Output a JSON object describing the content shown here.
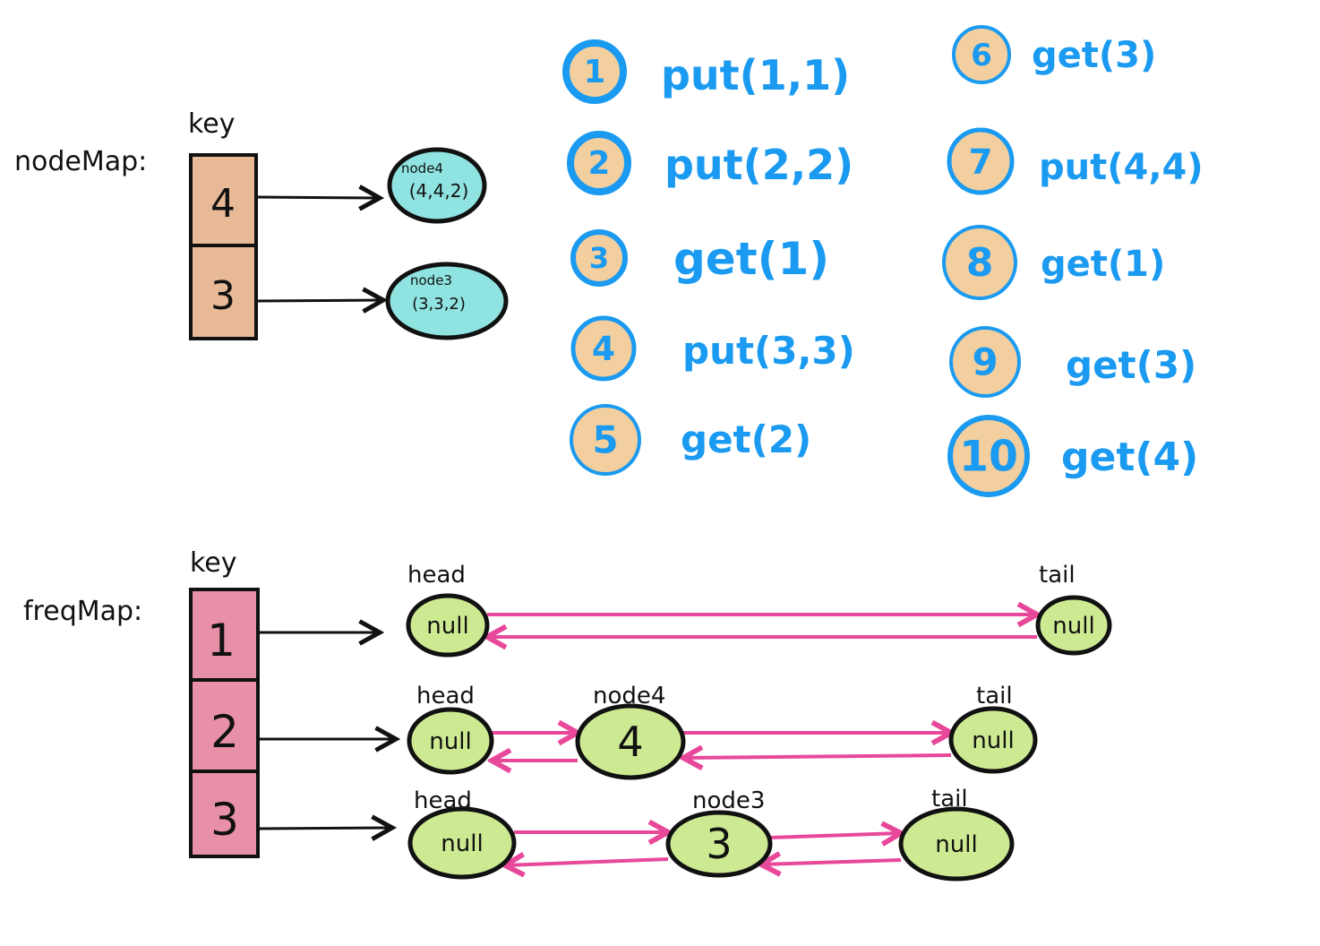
{
  "colors": {
    "op_blue": "#1a9af0",
    "op_circle_fill": "#f3cf9f",
    "nodemap_cell": "#e8b996",
    "freqmap_cell": "#e890a8",
    "node_cyan": "#8fe3e0",
    "node_green": "#cdea93",
    "link_pink": "#e8489a"
  },
  "nodeMap": {
    "label": "nodeMap:",
    "key_header": "key",
    "entries": [
      {
        "key": "4",
        "node_name": "node4",
        "node_value": "(4,4,2)"
      },
      {
        "key": "3",
        "node_name": "node3",
        "node_value": "(3,3,2)"
      }
    ]
  },
  "operations": [
    {
      "num": "1",
      "text": "put(1,1)"
    },
    {
      "num": "2",
      "text": "put(2,2)"
    },
    {
      "num": "3",
      "text": "get(1)"
    },
    {
      "num": "4",
      "text": "put(3,3)"
    },
    {
      "num": "5",
      "text": "get(2)"
    },
    {
      "num": "6",
      "text": "get(3)"
    },
    {
      "num": "7",
      "text": "put(4,4)"
    },
    {
      "num": "8",
      "text": "get(1)"
    },
    {
      "num": "9",
      "text": "get(3)"
    },
    {
      "num": "10",
      "text": "get(4)"
    }
  ],
  "freqMap": {
    "label": "freqMap:",
    "key_header": "key",
    "rows": [
      {
        "key": "1",
        "nodes": [
          {
            "label": "head",
            "value": "null"
          },
          {
            "label": "tail",
            "value": "null"
          }
        ]
      },
      {
        "key": "2",
        "nodes": [
          {
            "label": "head",
            "value": "null"
          },
          {
            "label": "node4",
            "value": "4"
          },
          {
            "label": "tail",
            "value": "null"
          }
        ]
      },
      {
        "key": "3",
        "nodes": [
          {
            "label": "head",
            "value": "null"
          },
          {
            "label": "node3",
            "value": "3"
          },
          {
            "label": "tail",
            "value": "null"
          }
        ]
      }
    ]
  }
}
